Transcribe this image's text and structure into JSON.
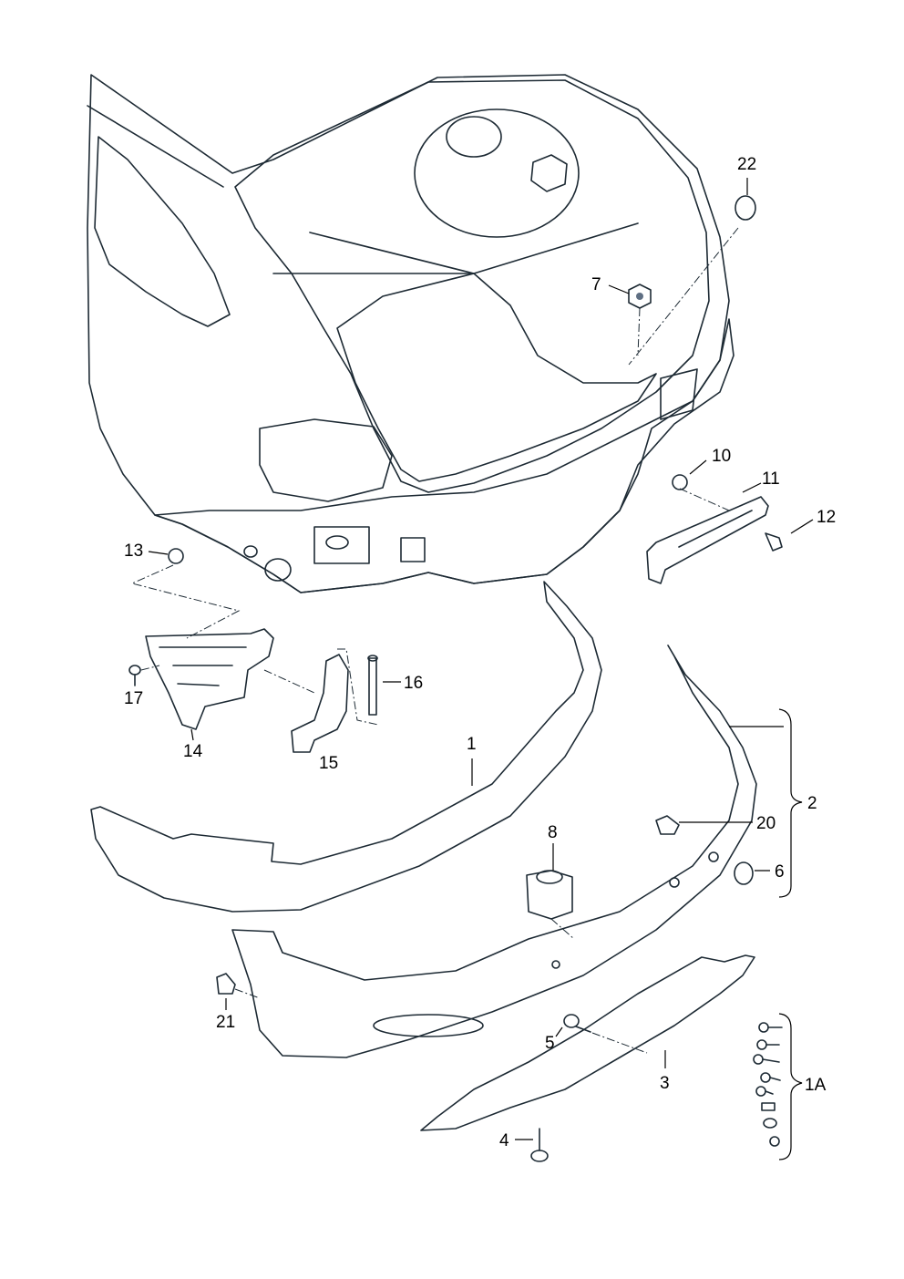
{
  "diagram": {
    "labels": {
      "p1": "1",
      "p1A": "1A",
      "p2": "2",
      "p3": "3",
      "p4": "4",
      "p5": "5",
      "p6": "6",
      "p7": "7",
      "p8": "8",
      "p10": "10",
      "p11": "11",
      "p12": "12",
      "p13": "13",
      "p14": "14",
      "p15": "15",
      "p16": "16",
      "p17": "17",
      "p20": "20",
      "p21": "21",
      "p22": "22"
    },
    "colors": {
      "body_fill": "#dfe6ec",
      "panel_shade": "#aebcc8",
      "part_fill": "#a9b6c5",
      "part_dark": "#5f6f83",
      "outline": "#1d2a34"
    }
  }
}
